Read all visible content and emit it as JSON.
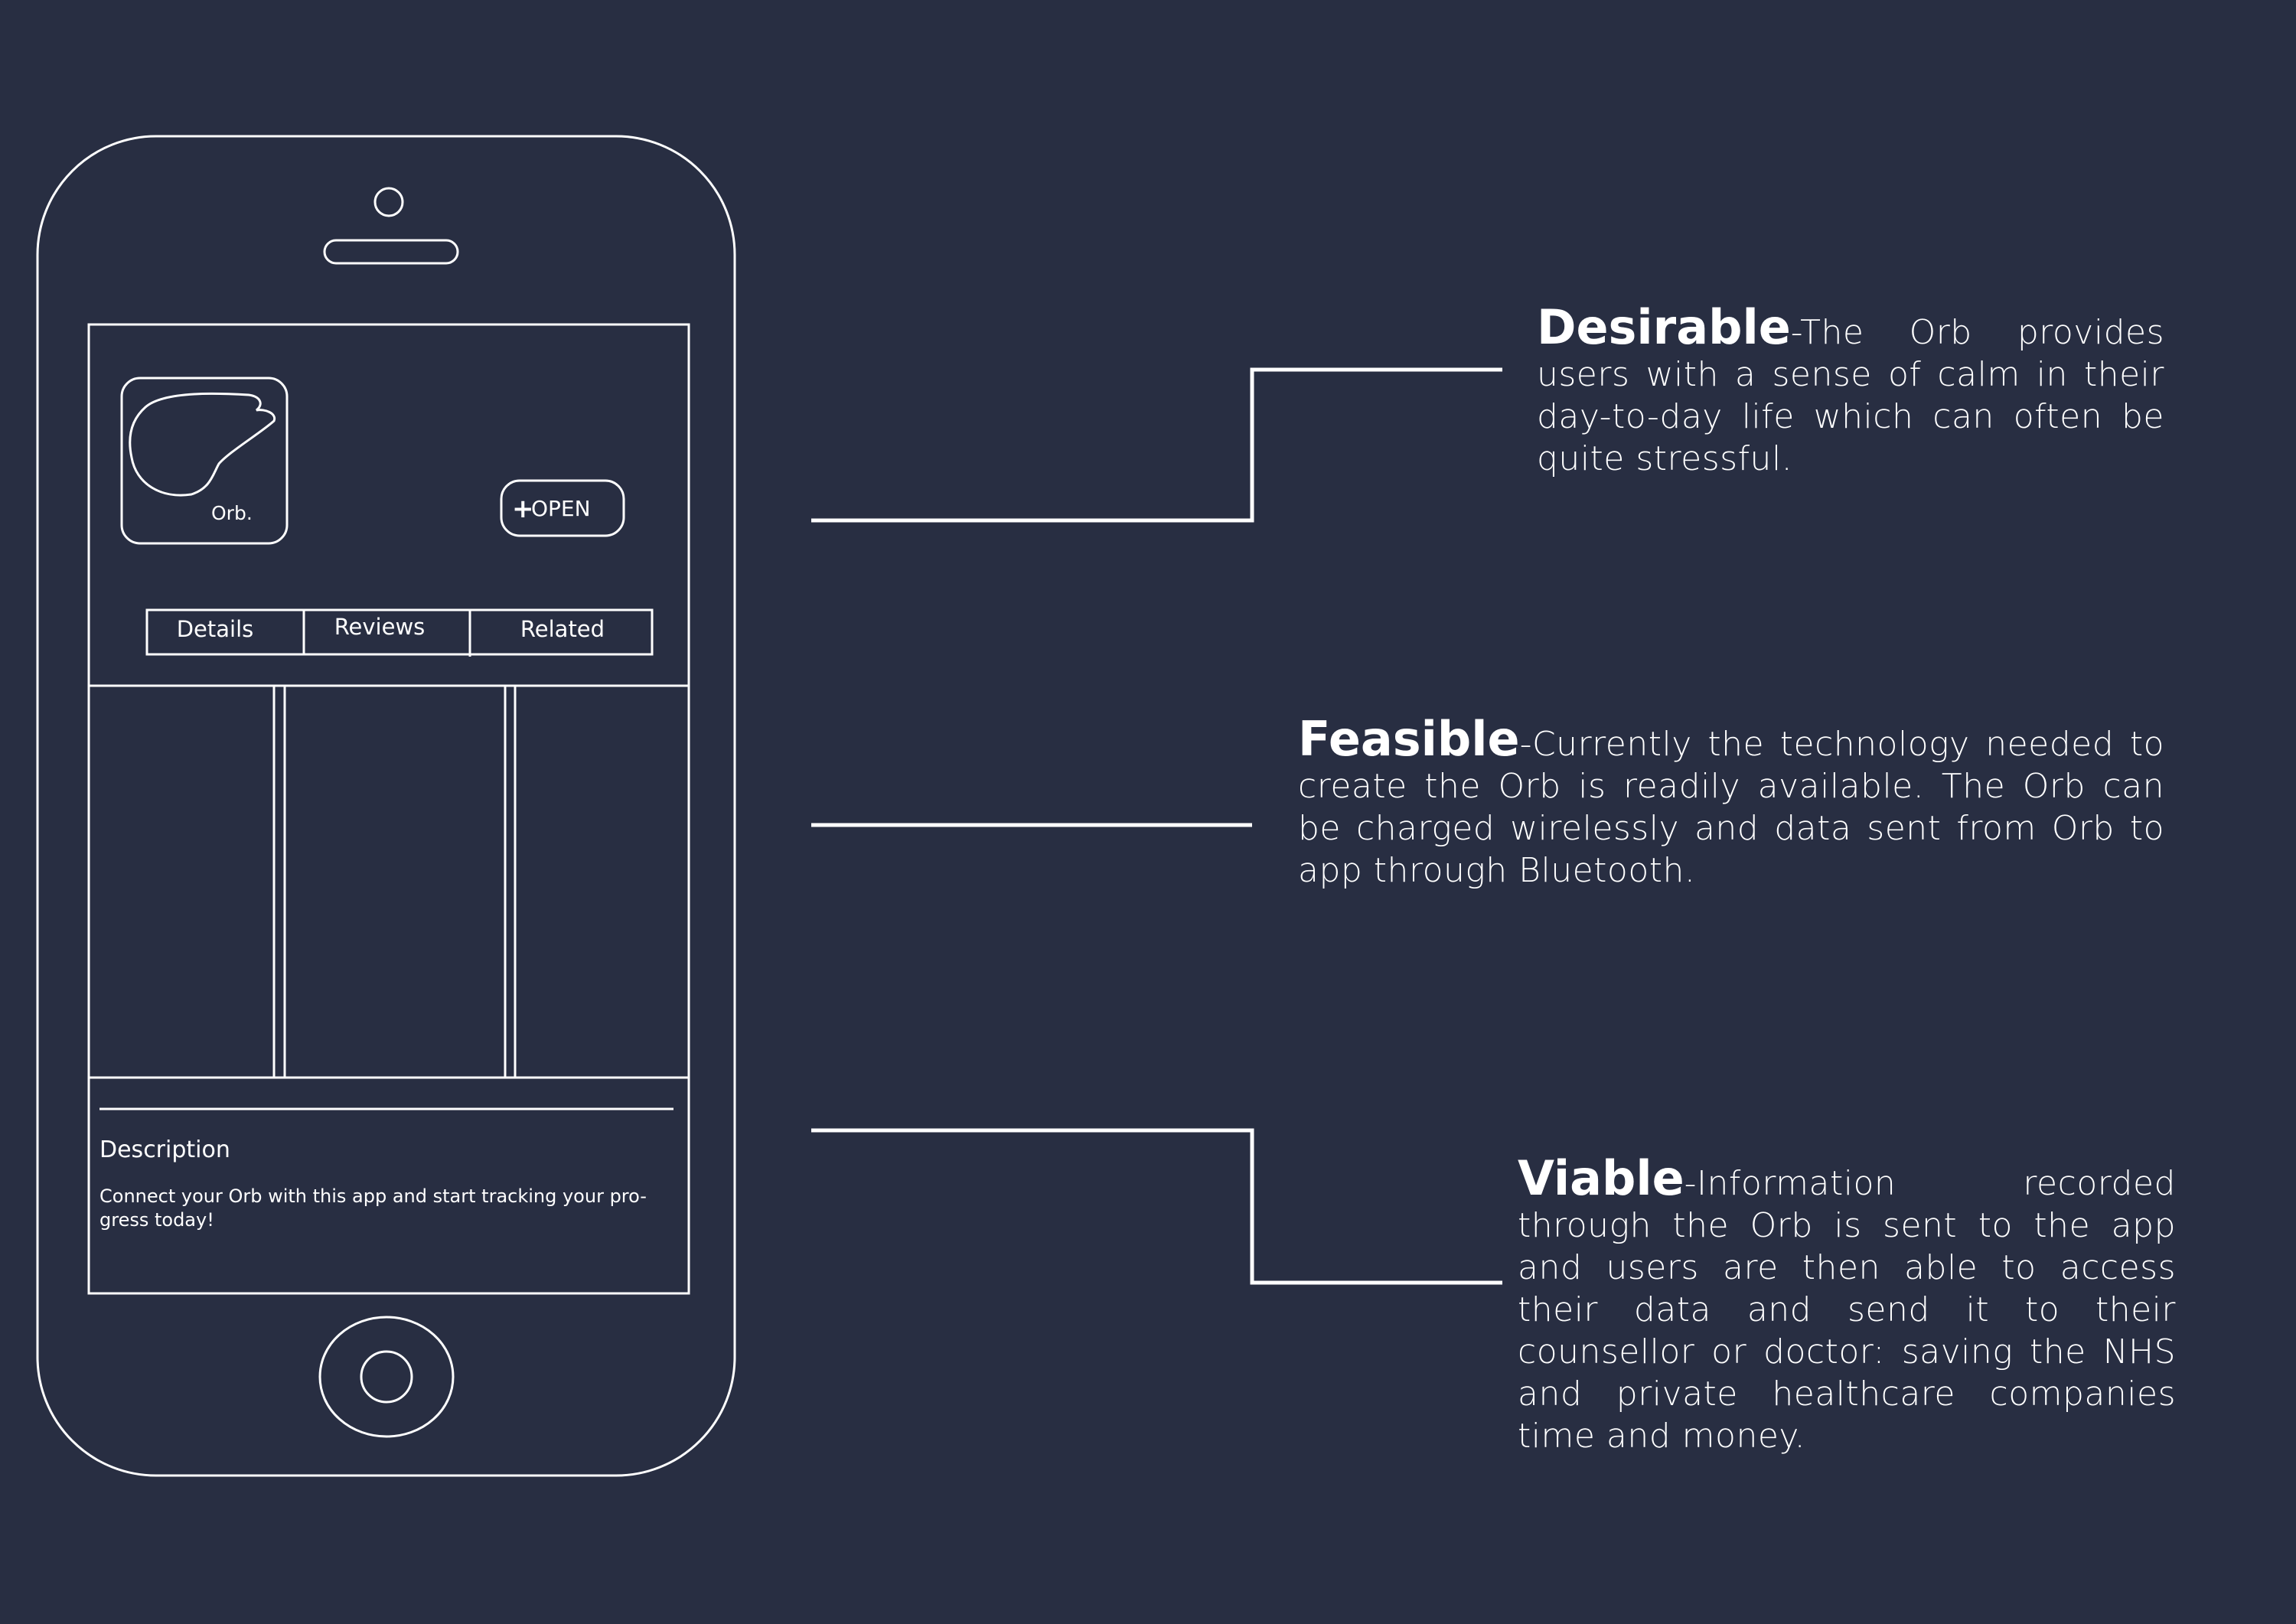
{
  "phone_app": {
    "app_icon_label": "Orb.",
    "open_button": {
      "plus": "+",
      "label": "OPEN"
    },
    "tabs": [
      "Details",
      "Reviews",
      "Related"
    ],
    "description_heading": "Description",
    "description_text_line1": "Connect your Orb with this app and start tracking your pro-",
    "description_text_line2": "gress today!"
  },
  "callouts": {
    "desirable": {
      "title": "Desirable",
      "text": "-The Orb provides users with a sense of calm in their day-to-day life which can often be quite stressful."
    },
    "feasible": {
      "title": "Feasible",
      "text": "-Currently the technology needed to create the Orb is readily available. The Orb can be charged wirelessly and data sent from Orb to app through Bluetooth."
    },
    "viable": {
      "title": "Viable",
      "text": "-Information recorded through the Orb is sent to the app and users are then able to access their data and send it to their counsellor or doctor: saving the NHS and private healthcare companies time and money."
    }
  },
  "colors": {
    "background": "#282e42",
    "line": "#ffffff"
  }
}
